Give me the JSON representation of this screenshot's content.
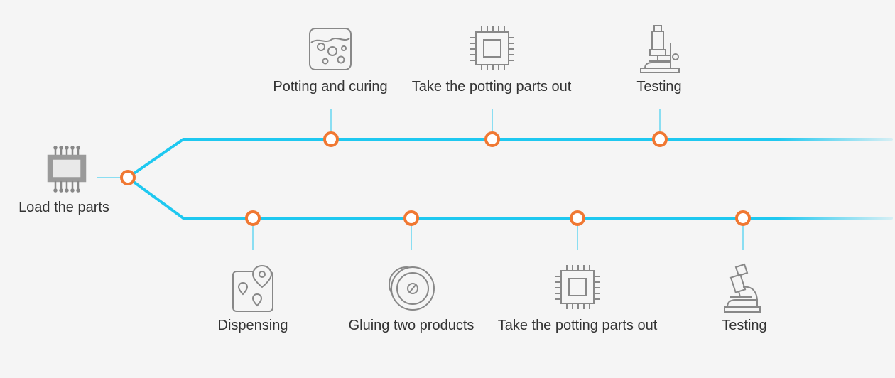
{
  "colors": {
    "track": "#1ec8f0",
    "node_border": "#f07832",
    "node_fill": "#ffffff",
    "icon": "#888888",
    "text": "#333333",
    "background": "#f5f5f5"
  },
  "start": {
    "label": "Load the parts",
    "icon": "chip-with-pins-icon"
  },
  "upper_branch": [
    {
      "label": "Potting and curing",
      "icon": "potting-container-icon"
    },
    {
      "label": "Take the potting parts out",
      "icon": "microchip-icon"
    },
    {
      "label": "Testing",
      "icon": "microscope-icon"
    }
  ],
  "lower_branch": [
    {
      "label": "Dispensing",
      "icon": "map-pin-icon"
    },
    {
      "label": "Gluing two products",
      "icon": "stacked-discs-icon"
    },
    {
      "label": "Take the potting parts out",
      "icon": "microchip-icon"
    },
    {
      "label": "Testing",
      "icon": "microscope-icon"
    }
  ]
}
